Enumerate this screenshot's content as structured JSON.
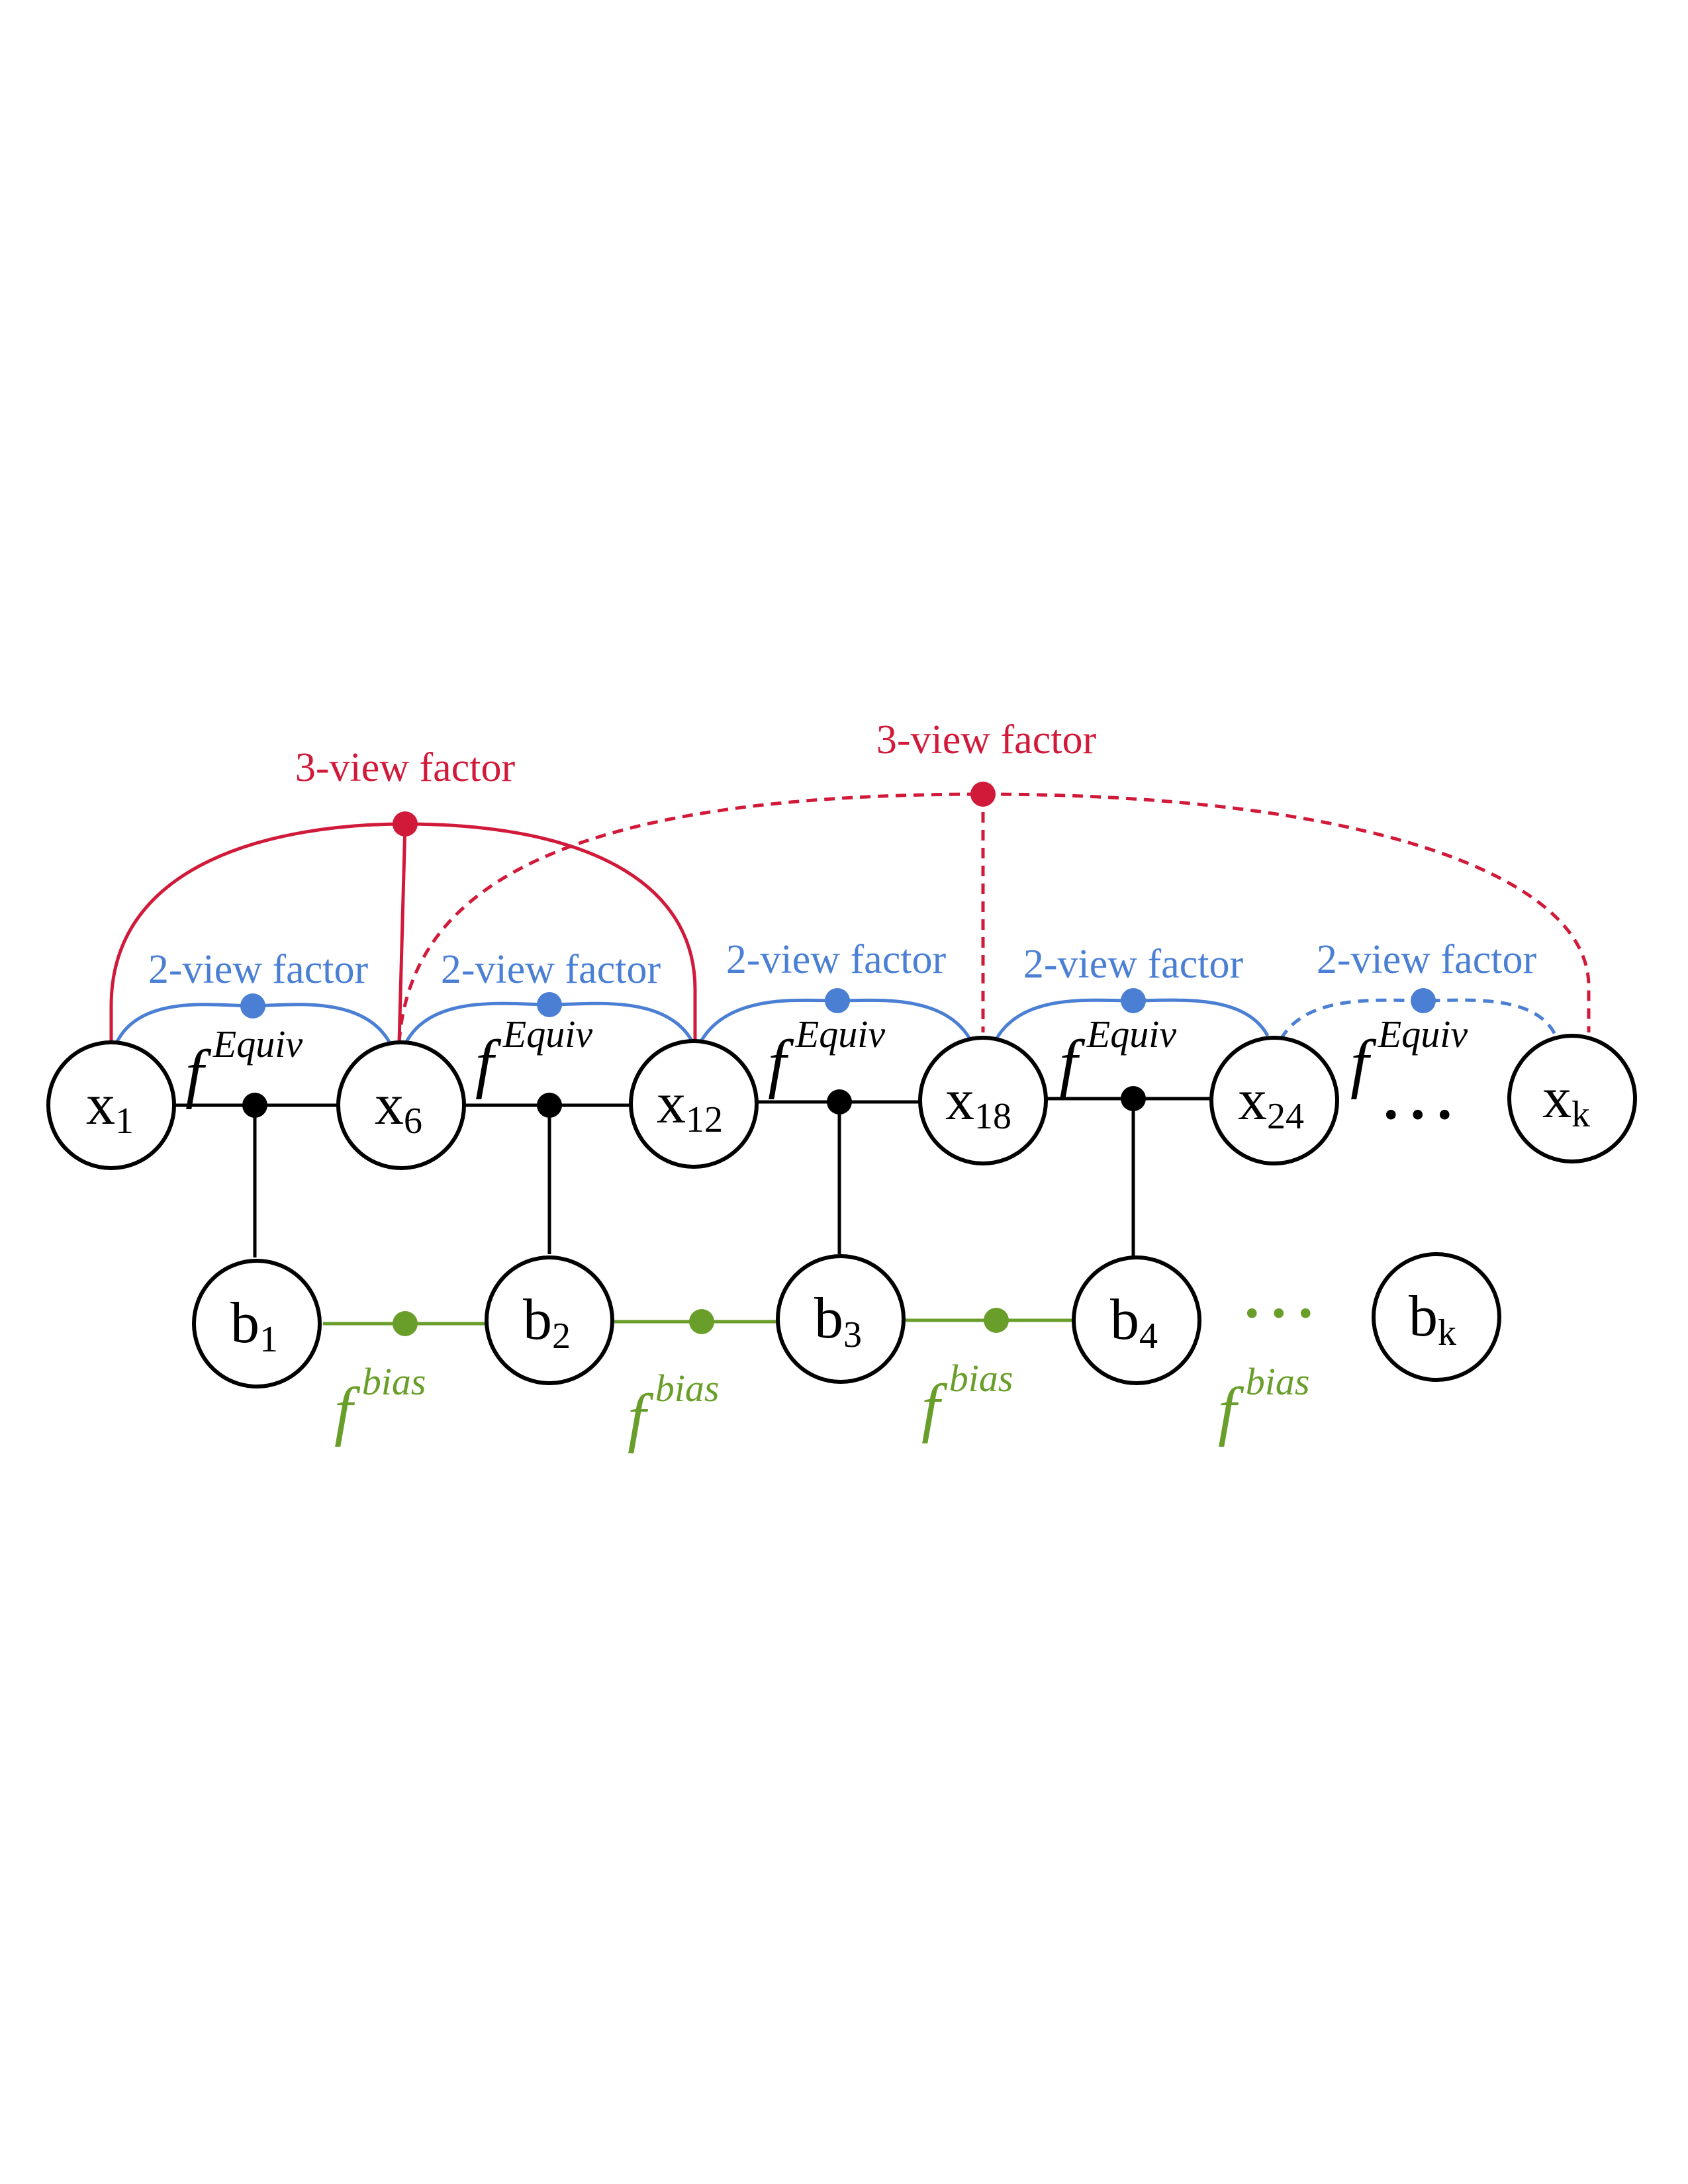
{
  "colors": {
    "black": "#000000",
    "blue": "#4a7fd4",
    "red": "#d11a3a",
    "green": "#6a9e2a"
  },
  "x_nodes": [
    {
      "base": "x",
      "sub": "1"
    },
    {
      "base": "x",
      "sub": "6"
    },
    {
      "base": "x",
      "sub": "12"
    },
    {
      "base": "x",
      "sub": "18"
    },
    {
      "base": "x",
      "sub": "24"
    },
    {
      "base": "x",
      "sub": "k"
    }
  ],
  "b_nodes": [
    {
      "base": "b",
      "sub": "1"
    },
    {
      "base": "b",
      "sub": "2"
    },
    {
      "base": "b",
      "sub": "3"
    },
    {
      "base": "b",
      "sub": "4"
    },
    {
      "base": "b",
      "sub": "k"
    }
  ],
  "equiv_label": {
    "base": "f",
    "sup": "Equiv"
  },
  "bias_label": {
    "base": "f",
    "sup": "bias"
  },
  "two_view_label": "2-view factor",
  "three_view_label": "3-view factor",
  "ellipsis": "..."
}
